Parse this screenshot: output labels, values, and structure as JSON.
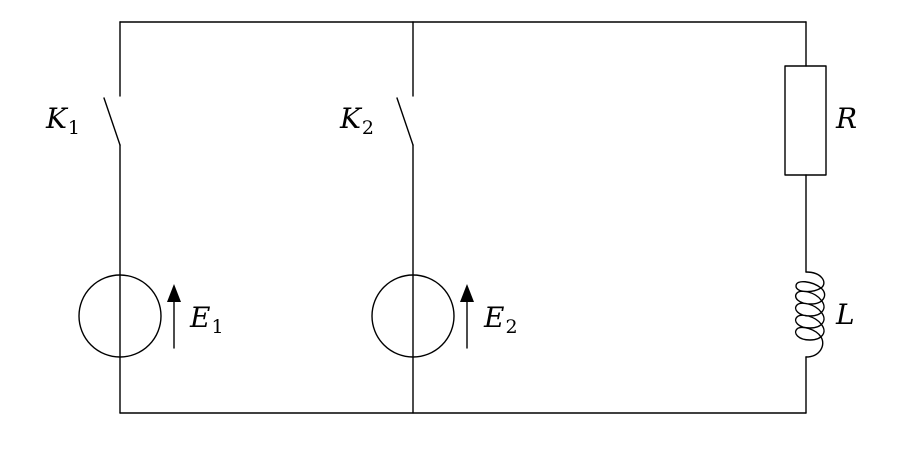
{
  "labels": {
    "switch_1": {
      "main": "K",
      "sub": "1"
    },
    "switch_2": {
      "main": "K",
      "sub": "2"
    },
    "source_1": {
      "main": "E",
      "sub": "1"
    },
    "source_2": {
      "main": "E",
      "sub": "2"
    },
    "resistor": "R",
    "inductor": "L"
  },
  "colors": {
    "stroke": "#000000",
    "background": "#ffffff"
  }
}
